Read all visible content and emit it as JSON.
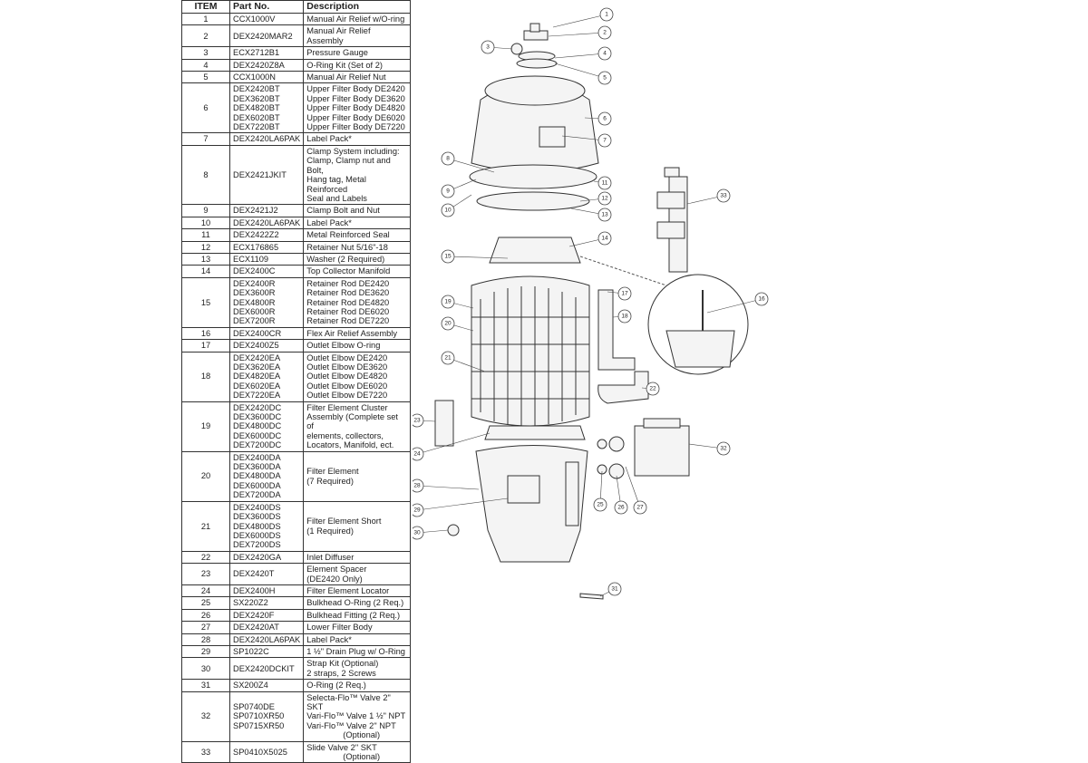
{
  "table": {
    "headers": [
      "ITEM",
      "Part No.",
      "Description"
    ],
    "rows": [
      {
        "item": "1",
        "parts": [
          "CCX1000V"
        ],
        "desc": [
          "Manual Air Relief w/O-ring"
        ]
      },
      {
        "item": "2",
        "parts": [
          "DEX2420MAR2"
        ],
        "desc": [
          "Manual Air Relief Assembly"
        ]
      },
      {
        "item": "3",
        "parts": [
          "ECX2712B1"
        ],
        "desc": [
          "Pressure Gauge"
        ]
      },
      {
        "item": "4",
        "parts": [
          "DEX2420Z8A"
        ],
        "desc": [
          "O-Ring Kit (Set of 2)"
        ]
      },
      {
        "item": "5",
        "parts": [
          "CCX1000N"
        ],
        "desc": [
          "Manual Air Relief Nut"
        ]
      },
      {
        "item": "6",
        "parts": [
          "DEX2420BT",
          "DEX3620BT",
          "DEX4820BT",
          "DEX6020BT",
          "DEX7220BT"
        ],
        "desc": [
          "Upper Filter Body DE2420",
          "Upper Filter Body DE3620",
          "Upper Filter Body DE4820",
          "Upper Filter Body DE6020",
          "Upper Filter Body DE7220"
        ]
      },
      {
        "item": "7",
        "parts": [
          "DEX2420LA6PAK"
        ],
        "desc": [
          "Label Pack*"
        ]
      },
      {
        "item": "8",
        "parts": [
          "DEX2421JKIT"
        ],
        "desc": [
          "Clamp System including:",
          "Clamp, Clamp nut and Bolt,",
          "Hang tag, Metal Reinforced",
          "Seal and Labels"
        ]
      },
      {
        "item": "9",
        "parts": [
          "DEX2421J2"
        ],
        "desc": [
          "Clamp Bolt and Nut"
        ]
      },
      {
        "item": "10",
        "parts": [
          "DEX2420LA6PAK"
        ],
        "desc": [
          "Label Pack*"
        ]
      },
      {
        "item": "11",
        "parts": [
          "DEX2422Z2"
        ],
        "desc": [
          "Metal Reinforced Seal"
        ]
      },
      {
        "item": "12",
        "parts": [
          "ECX176865"
        ],
        "desc": [
          "Retainer Nut 5/16\"-18"
        ]
      },
      {
        "item": "13",
        "parts": [
          "ECX1109"
        ],
        "desc": [
          "Washer (2 Required)"
        ]
      },
      {
        "item": "14",
        "parts": [
          "DEX2400C"
        ],
        "desc": [
          "Top Collector Manifold"
        ]
      },
      {
        "item": "15",
        "parts": [
          "DEX2400R",
          "DEX3600R",
          "DEX4800R",
          "DEX6000R",
          "DEX7200R"
        ],
        "desc": [
          "Retainer Rod DE2420",
          "Retainer Rod DE3620",
          "Retainer Rod DE4820",
          "Retainer Rod DE6020",
          "Retainer Rod DE7220"
        ]
      },
      {
        "item": "16",
        "parts": [
          "DEX2400CR"
        ],
        "desc": [
          "Flex Air Relief Assembly"
        ]
      },
      {
        "item": "17",
        "parts": [
          "DEX2400Z5"
        ],
        "desc": [
          "Outlet Elbow O-ring"
        ]
      },
      {
        "item": "18",
        "parts": [
          "DEX2420EA",
          "DEX3620EA",
          "DEX4820EA",
          "DEX6020EA",
          "DEX7220EA"
        ],
        "desc": [
          "Outlet Elbow DE2420",
          "Outlet Elbow DE3620",
          "Outlet Elbow DE4820",
          "Outlet Elbow DE6020",
          "Outlet Elbow DE7220"
        ]
      },
      {
        "item": "19",
        "parts": [
          "DEX2420DC",
          "DEX3600DC",
          "DEX4800DC",
          "DEX6000DC",
          "DEX7200DC"
        ],
        "desc": [
          "Filter Element Cluster",
          "Assembly (Complete set of",
          "elements, collectors,",
          "Locators, Manifold, ect."
        ]
      },
      {
        "item": "20",
        "parts": [
          "DEX2400DA",
          "DEX3600DA",
          "DEX4800DA",
          "DEX6000DA",
          "DEX7200DA"
        ],
        "desc": [
          "Filter Element",
          "(7 Required)"
        ]
      },
      {
        "item": "21",
        "parts": [
          "DEX2400DS",
          "DEX3600DS",
          "DEX4800DS",
          "DEX6000DS",
          "DEX7200DS"
        ],
        "desc": [
          "Filter Element Short",
          "(1 Required)"
        ]
      },
      {
        "item": "22",
        "parts": [
          "DEX2420GA"
        ],
        "desc": [
          "Inlet Diffuser"
        ]
      },
      {
        "item": "23",
        "parts": [
          "DEX2420T"
        ],
        "desc": [
          "Element Spacer",
          "(DE2420 Only)"
        ]
      },
      {
        "item": "24",
        "parts": [
          "DEX2400H"
        ],
        "desc": [
          "Filter Element Locator"
        ]
      },
      {
        "item": "25",
        "parts": [
          "SX220Z2"
        ],
        "desc": [
          "Bulkhead O-Ring (2 Req.)"
        ]
      },
      {
        "item": "26",
        "parts": [
          "DEX2420F"
        ],
        "desc": [
          "Bulkhead Fitting (2 Req.)"
        ]
      },
      {
        "item": "27",
        "parts": [
          "DEX2420AT"
        ],
        "desc": [
          "Lower Filter Body"
        ]
      },
      {
        "item": "28",
        "parts": [
          "DEX2420LA6PAK"
        ],
        "desc": [
          "Label Pack*"
        ]
      },
      {
        "item": "29",
        "parts": [
          "SP1022C"
        ],
        "desc": [
          "1 ½\" Drain Plug w/ O-Ring"
        ]
      },
      {
        "item": "30",
        "parts": [
          "DEX2420DCKIT"
        ],
        "desc": [
          "Strap Kit    (Optional)",
          "2 straps, 2 Screws"
        ]
      },
      {
        "item": "31",
        "parts": [
          "SX200Z4"
        ],
        "desc": [
          "O-Ring (2 Req.)"
        ]
      },
      {
        "item": "32",
        "parts": [
          "SP0740DE",
          "SP0710XR50",
          "SP0715XR50"
        ],
        "desc": [
          "Selecta-Flo™ Valve 2\" SKT",
          "Vari-Flo™  Valve 1 ½\" NPT",
          "Vari-Flo™  Valve 2\" NPT",
          "(Optional)"
        ]
      },
      {
        "item": "33",
        "parts": [
          "SP0410X5025"
        ],
        "desc": [
          "Slide Valve 2\" SKT",
          "(Optional)"
        ]
      }
    ]
  },
  "callouts": [
    "1",
    "2",
    "3",
    "4",
    "5",
    "6",
    "7",
    "8",
    "9",
    "10",
    "11",
    "12",
    "13",
    "14",
    "15",
    "16",
    "17",
    "18",
    "19",
    "20",
    "21",
    "22",
    "23",
    "24",
    "25",
    "26",
    "27",
    "28",
    "29",
    "30",
    "31",
    "32",
    "33"
  ]
}
